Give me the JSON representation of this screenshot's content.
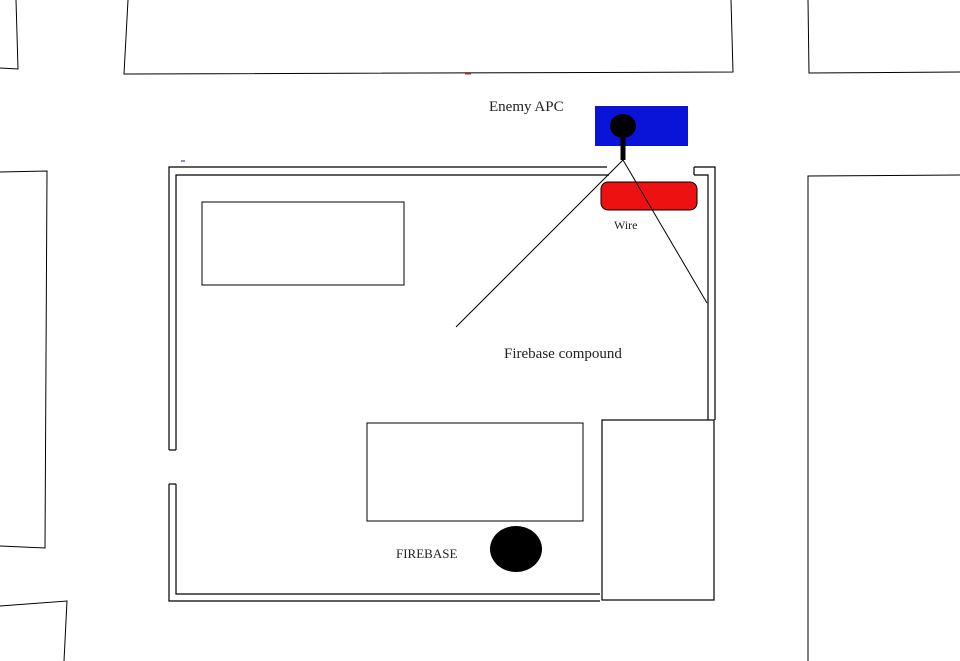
{
  "labels": {
    "enemy_apc": "Enemy APC",
    "wire": "Wire",
    "compound": "Firebase compound",
    "firebase": "FIREBASE"
  },
  "colors": {
    "apc_fill": "#0a14d9",
    "wire_fill": "#ee1111",
    "turret": "#000000",
    "line": "#000000",
    "background": "#ffffff"
  }
}
